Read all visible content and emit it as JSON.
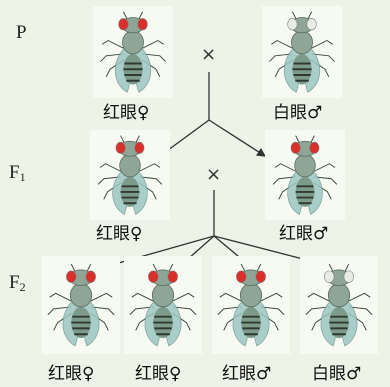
{
  "generations": {
    "p": "P",
    "f1": "F",
    "f1_sub": "1",
    "f2": "F",
    "f2_sub": "2"
  },
  "cross_symbol": "×",
  "p_row": {
    "female": {
      "caption": "红眼♀",
      "eye_color": "#d9302b"
    },
    "male": {
      "caption": "白眼♂",
      "eye_color": "#e8ece6"
    }
  },
  "f1_row": {
    "female": {
      "caption": "红眼♀",
      "eye_color": "#d9302b"
    },
    "male": {
      "caption": "红眼♂",
      "eye_color": "#d9302b"
    }
  },
  "f2_row": [
    {
      "caption": "红眼♀",
      "eye_color": "#d9302b"
    },
    {
      "caption": "红眼♀",
      "eye_color": "#d9302b"
    },
    {
      "caption": "红眼♂",
      "eye_color": "#d9302b"
    },
    {
      "caption": "白眼♂",
      "eye_color": "#e8ece6"
    }
  ],
  "colors": {
    "background": "#eef3e7",
    "body": "#8fa596",
    "wing": "#9cc7c2",
    "line": "#333333"
  }
}
